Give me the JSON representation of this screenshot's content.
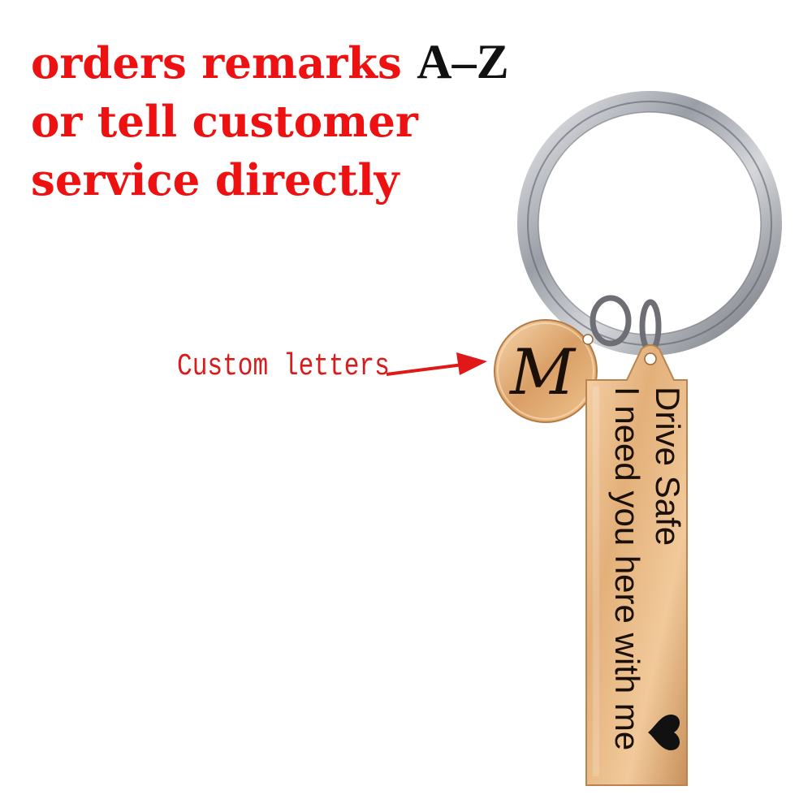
{
  "headline": {
    "line1": "orders remarks",
    "line1_highlight": "A–Z",
    "line2": "or tell customer",
    "line3": "service directly"
  },
  "callout": {
    "label": "Custom letters"
  },
  "charm": {
    "letter": "M"
  },
  "tag": {
    "line1": "Drive Safe",
    "line2": "I need you here with me",
    "heart": "♥"
  },
  "icons": {
    "arrow": "right-arrow-icon",
    "heart": "heart-icon",
    "ring": "key-ring-icon"
  },
  "colors": {
    "headline_red": "#ee1111",
    "headline_black": "#111111",
    "callout_red": "#d81b1b",
    "gold": "#e3b07a",
    "silver": "#b9bcc2"
  }
}
